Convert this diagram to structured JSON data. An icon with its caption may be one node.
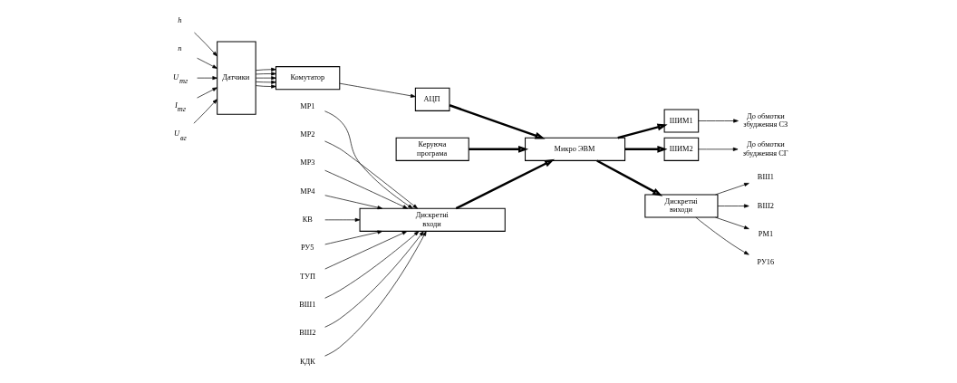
{
  "diagram": {
    "nodes": [
      {
        "text": [
          "h"
        ]
      },
      {
        "text": [
          "n"
        ]
      },
      {
        "text": [
          "U$_{тг}$"
        ]
      },
      {
        "text": [
          "I$_{тг}$"
        ]
      },
      {
        "text": [
          "U$_{вг}$"
        ]
      },
      {
        "text": [
          "Датчики"
        ]
      },
      {
        "text": [
          "Комутатор"
        ]
      },
      {
        "text": [
          "АЦП"
        ]
      },
      {
        "text": [
          "Керуюча програма"
        ]
      },
      {
        "text": [
          "Микро ЭВМ"
        ]
      },
      {
        "text": [
          "ШИМ1"
        ]
      },
      {
        "text": [
          "До обмотки збудження СЗ"
        ]
      },
      {
        "text": [
          "ШИМ2"
        ]
      },
      {
        "text": [
          "До обмотки збудження СГ"
        ]
      },
      {
        "text": [
          "Дискретні входи"
        ]
      },
      {
        "text": [
          "Дискретні виходи"
        ]
      },
      {
        "text": [
          "МР1"
        ]
      },
      {
        "text": [
          "МР2"
        ]
      },
      {
        "text": [
          "МР3"
        ]
      },
      {
        "text": [
          "МР4"
        ]
      },
      {
        "text": [
          "КВ"
        ]
      },
      {
        "text": [
          "РУ5"
        ]
      },
      {
        "text": [
          "ТУП"
        ]
      },
      {
        "text": [
          "ВШ1"
        ]
      },
      {
        "text": [
          "ВШ2"
        ]
      },
      {
        "text": [
          "КДК"
        ]
      },
      {
        "text": [
          "ВШ1"
        ]
      },
      {
        "text": [
          "ВШ2"
        ]
      },
      {
        "text": [
          "РМ1"
        ]
      },
      {
        "text": [
          "РУ16"
        ]
      }
    ],
    "edges": [
      {
        "from": 0,
        "to": 5,
        "arrow": "to"
      },
      {
        "from": 1,
        "to": 5,
        "arrow": "to"
      },
      {
        "from": 2,
        "to": 5,
        "arrow": "to"
      },
      {
        "from": 3,
        "to": 5,
        "arrow": "to"
      },
      {
        "from": 4,
        "to": 5,
        "arrow": "to"
      },
      {
        "from": 5,
        "to": 6,
        "arrow": "to"
      },
      {
        "from": 5,
        "to": 6,
        "arrow": "to"
      },
      {
        "from": 5,
        "to": 6,
        "arrow": "to"
      },
      {
        "from": 5,
        "to": 6,
        "arrow": "to"
      },
      {
        "from": 5,
        "to": 6,
        "arrow": "to"
      },
      {
        "from": 6,
        "to": 7,
        "arrow": "to"
      },
      {
        "from": 7,
        "to": 9,
        "arrow": "to",
        "style": "thick"
      },
      {
        "from": 8,
        "to": 9,
        "arrow": "to",
        "style": "thick"
      },
      {
        "from": 14,
        "to": 9,
        "arrow": "to",
        "style": "thick"
      },
      {
        "from": 9,
        "to": 10,
        "arrow": "to",
        "style": "thick"
      },
      {
        "from": 9,
        "to": 12,
        "arrow": "to",
        "style": "thick"
      },
      {
        "from": 9,
        "to": 15,
        "arrow": "to",
        "style": "thick"
      },
      {
        "from": 10,
        "to": 11,
        "arrow": "to"
      },
      {
        "from": 12,
        "to": 13,
        "arrow": "to"
      },
      {
        "from": 16,
        "to": 14,
        "arrow": "to"
      },
      {
        "from": 17,
        "to": 14,
        "arrow": "to"
      },
      {
        "from": 18,
        "to": 14,
        "arrow": "to"
      },
      {
        "from": 19,
        "to": 14,
        "arrow": "to"
      },
      {
        "from": 20,
        "to": 14,
        "arrow": "to"
      },
      {
        "from": 21,
        "to": 14,
        "arrow": "to"
      },
      {
        "from": 22,
        "to": 14,
        "arrow": "to"
      },
      {
        "from": 23,
        "to": 14,
        "arrow": "to"
      },
      {
        "from": 24,
        "to": 14,
        "arrow": "to"
      },
      {
        "from": 25,
        "to": 14,
        "arrow": "to"
      },
      {
        "from": 15,
        "to": 26,
        "arrow": "to"
      },
      {
        "from": 15,
        "to": 27,
        "arrow": "to"
      },
      {
        "from": 15,
        "to": 28,
        "arrow": "to"
      },
      {
        "from": 15,
        "to": 29,
        "arrow": "to"
      }
    ]
  }
}
